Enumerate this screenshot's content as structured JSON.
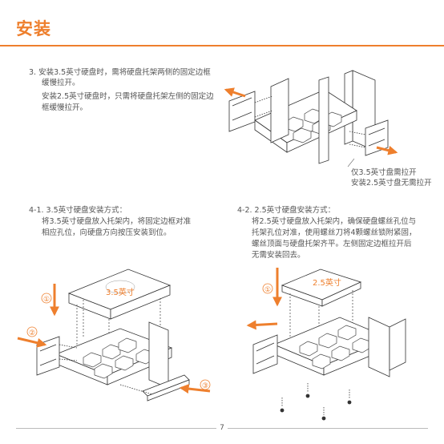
{
  "header": {
    "title": "安装"
  },
  "step3": {
    "line1": "3. 安装3.5英寸硬盘时，需将硬盘托架两侧的固定边框",
    "line2": "缓慢拉开。",
    "line3": "安装2.5英寸硬盘时，只需将硬盘托架左侧的固定边",
    "line4": "框缓慢拉开。",
    "caption1": "仅3.5英寸盘需拉开",
    "caption2": "安装2.5英寸盘无需拉开"
  },
  "step41": {
    "heading": "4-1. 3.5英寸硬盘安装方式：",
    "line1": "将3.5英寸硬盘放入托架内，将固定边框对准",
    "line2": "相应孔位，向硬盘方向按压安装到位。",
    "drive_label": "3.5英寸",
    "markers": [
      "①",
      "②",
      "③"
    ]
  },
  "step42": {
    "heading": "4-2. 2.5英寸硬盘安装方式：",
    "line1": "将2.5英寸硬盘放入托架内，确保硬盘螺丝孔位与",
    "line2": "托架孔位对准，使用螺丝刀将4颗螺丝锁附紧固，",
    "line3": "螺丝顶面与硬盘托架齐平。左侧固定边框拉开后",
    "line4": "无需安装回去。",
    "drive_label": "2.5英寸",
    "marker": "①"
  },
  "footer": {
    "page_number": "7"
  },
  "colors": {
    "accent": "#ee7f2d",
    "line": "#333333",
    "pale_arrow": "#f4a870"
  }
}
